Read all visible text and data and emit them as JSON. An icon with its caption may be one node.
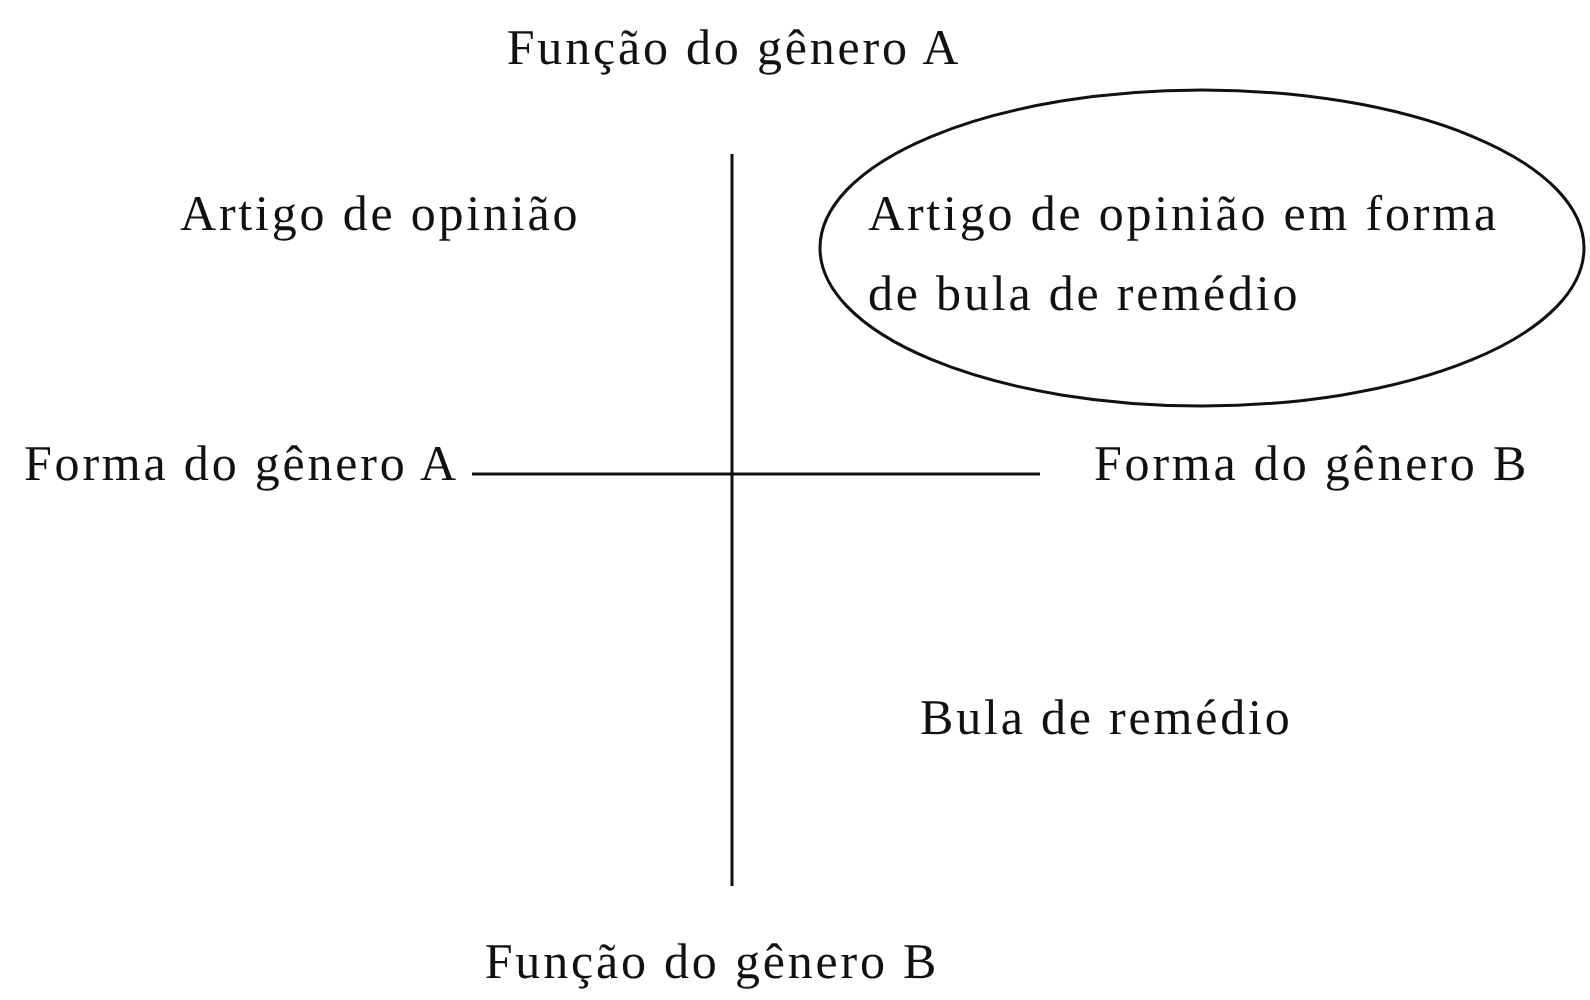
{
  "diagram": {
    "nodes": [
      {
        "text": [
          "Artigo de opinião em forma de bula de remédio"
        ]
      }
    ],
    "labels": [
      "Função do gênero A",
      "Artigo de opinião",
      "Forma do gênero A",
      "Forma do gênero B",
      "Bula de remédio",
      "Função do gênero B"
    ]
  }
}
